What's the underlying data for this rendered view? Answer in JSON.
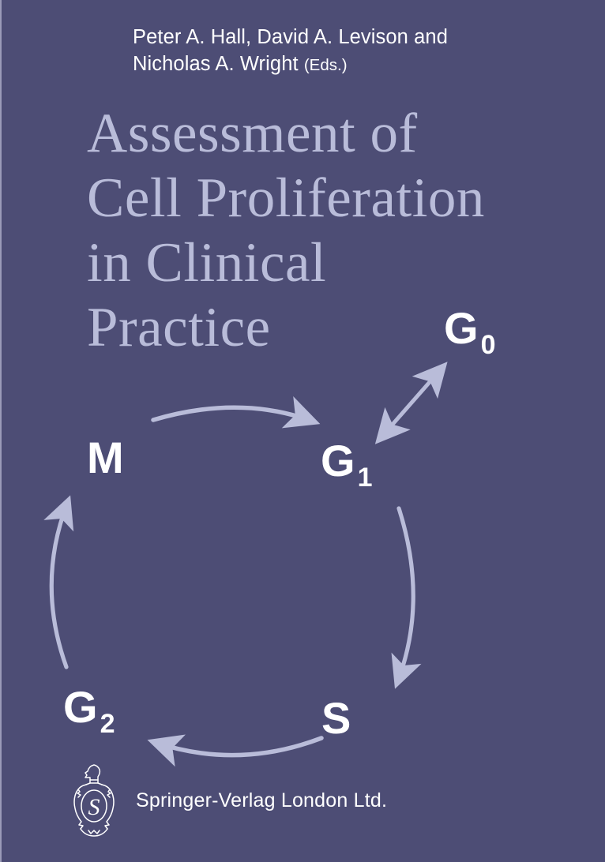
{
  "cover": {
    "background_color": "#4d4d75",
    "title_color": "#b9bcd9",
    "label_color": "#ffffff",
    "arrow_color": "#b9bcd9"
  },
  "editors": {
    "line1": "Peter A. Hall, David A. Levison and",
    "line2": "Nicholas A. Wright",
    "eds_suffix": "(Eds.)"
  },
  "title": {
    "line1": "Assessment of",
    "line2": "Cell Proliferation",
    "line3": "in Clinical",
    "line4": "Practice",
    "full": "Assessment of Cell Proliferation in Clinical Practice"
  },
  "cell_cycle": {
    "labels": [
      {
        "id": "g0",
        "base": "G",
        "sub": "0"
      },
      {
        "id": "g1",
        "base": "G",
        "sub": "1"
      },
      {
        "id": "m",
        "base": "M",
        "sub": ""
      },
      {
        "id": "g2",
        "base": "G",
        "sub": "2"
      },
      {
        "id": "s",
        "base": "S",
        "sub": ""
      }
    ],
    "arrows": [
      {
        "id": "m-to-g1",
        "from": "M",
        "to": "G1",
        "style": "single"
      },
      {
        "id": "g1-to-s",
        "from": "G1",
        "to": "S",
        "style": "single"
      },
      {
        "id": "s-to-g2",
        "from": "S",
        "to": "G2",
        "style": "single"
      },
      {
        "id": "g2-to-m",
        "from": "G2",
        "to": "M",
        "style": "single"
      },
      {
        "id": "g1-g0",
        "from": "G1",
        "to": "G0",
        "style": "double"
      }
    ]
  },
  "publisher": {
    "name": "Springer-Verlag London Ltd.",
    "logo": "springer-knight-logo"
  }
}
